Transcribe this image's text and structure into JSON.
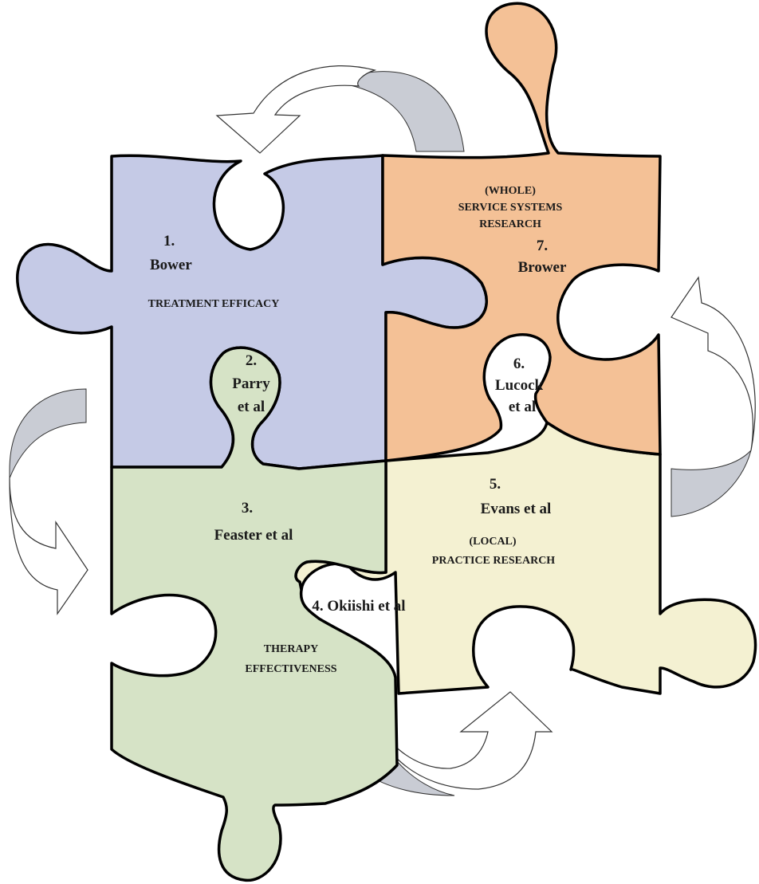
{
  "colors": {
    "efficacy": "#c5cae6",
    "practice": "#f4f1d2",
    "effectiveness": "#d6e3c6",
    "service": "#f4c196",
    "arrow_shaded": "#c9ccd4"
  },
  "pieces": {
    "treatment_efficacy": {
      "number": "1.",
      "author": "Bower",
      "caption": "TREATMENT EFFICACY"
    },
    "parry": {
      "number": "2.",
      "author_line1": "Parry",
      "author_line2": "et al"
    },
    "therapy_effectiveness": {
      "number": "3.",
      "author": "Feaster et al",
      "caption_line1": "THERAPY",
      "caption_line2": "EFFECTIVENESS"
    },
    "okiishi": {
      "label": "4. Okiishi et al"
    },
    "practice_research": {
      "number": "5.",
      "author": "Evans et al",
      "caption_line1": "(LOCAL)",
      "caption_line2": "PRACTICE RESEARCH"
    },
    "lucock": {
      "number": "6.",
      "author_line1": "Lucock",
      "author_line2": "et al"
    },
    "service_systems": {
      "caption_line1": "(WHOLE)",
      "caption_line2": "SERVICE SYSTEMS",
      "caption_line3": "RESEARCH",
      "number": "7.",
      "author": "Brower"
    }
  },
  "arrows": [
    "top-arrow",
    "left-arrow",
    "right-arrow",
    "bottom-arrow"
  ]
}
